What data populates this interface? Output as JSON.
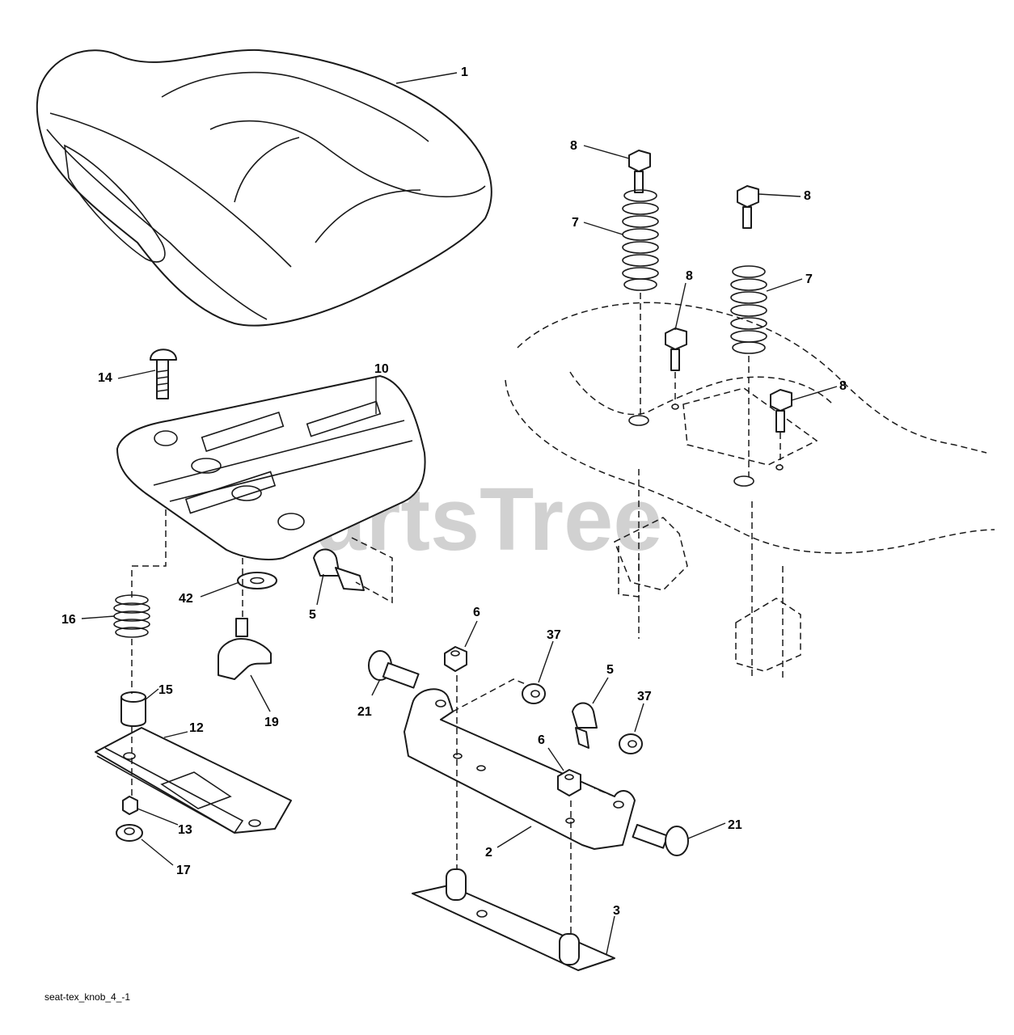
{
  "watermark": "PartsTree",
  "caption": "seat-tex_knob_4_-1",
  "callouts": [
    {
      "id": "seat",
      "label": "1"
    },
    {
      "id": "bolt-8-a",
      "label": "8"
    },
    {
      "id": "bolt-8-b",
      "label": "8"
    },
    {
      "id": "bolt-8-c",
      "label": "8"
    },
    {
      "id": "bolt-8-d",
      "label": "8"
    },
    {
      "id": "spring-7-a",
      "label": "7"
    },
    {
      "id": "spring-7-b",
      "label": "7"
    },
    {
      "id": "bolt-14",
      "label": "14"
    },
    {
      "id": "seat-pan-10",
      "label": "10"
    },
    {
      "id": "washer-42",
      "label": "42"
    },
    {
      "id": "clip-5-a",
      "label": "5"
    },
    {
      "id": "spring-16",
      "label": "16"
    },
    {
      "id": "knob-19",
      "label": "19"
    },
    {
      "id": "bushing-15",
      "label": "15"
    },
    {
      "id": "plate-12",
      "label": "12"
    },
    {
      "id": "nut-13",
      "label": "13"
    },
    {
      "id": "nut-17",
      "label": "17"
    },
    {
      "id": "nut-6-a",
      "label": "6"
    },
    {
      "id": "nut-6-b",
      "label": "6"
    },
    {
      "id": "nut-37-a",
      "label": "37"
    },
    {
      "id": "nut-37-b",
      "label": "37"
    },
    {
      "id": "clip-5-b",
      "label": "5"
    },
    {
      "id": "bolt-21-a",
      "label": "21"
    },
    {
      "id": "bolt-21-b",
      "label": "21"
    },
    {
      "id": "bracket-2",
      "label": "2"
    },
    {
      "id": "plate-3",
      "label": "3"
    }
  ]
}
